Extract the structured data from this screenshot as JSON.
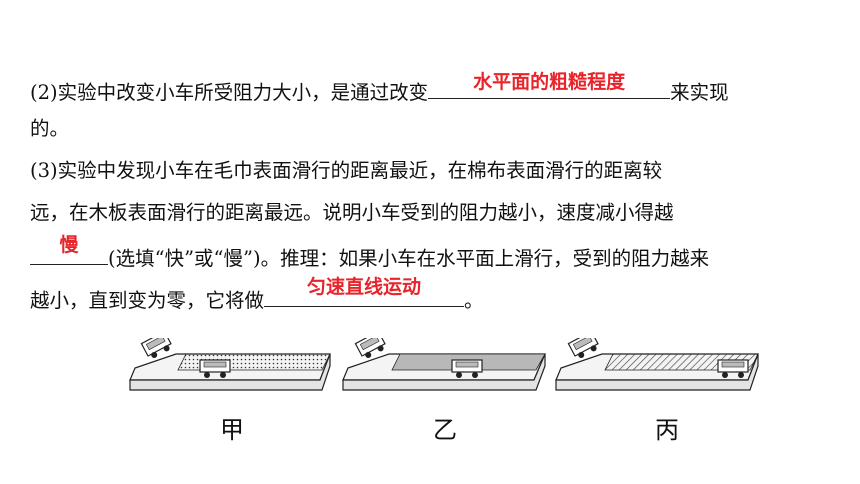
{
  "q2": {
    "line1_prefix": "(2)实验中改变小车所受阻力大小，是通过改变",
    "answer": "水平面的粗糙程度",
    "line1_suffix": "来实现",
    "line2": "的。"
  },
  "q3": {
    "line1": "(3)实验中发现小车在毛巾表面滑行的距离最近，在棉布表面滑行的距离较",
    "line2": "远，在木板表面滑行的距离最远。说明小车受到的阻力越小，速度减小得越",
    "answer1": "慢",
    "line3_suffix": "(选填“快”或“慢”)。推理：如果小车在水平面上滑行，受到的阻力越来",
    "line4_prefix": "越小，直到变为零，它将做",
    "answer2": "匀速直线运动",
    "line4_suffix": "。"
  },
  "figure": {
    "captions": [
      "甲",
      "乙",
      "丙"
    ]
  }
}
